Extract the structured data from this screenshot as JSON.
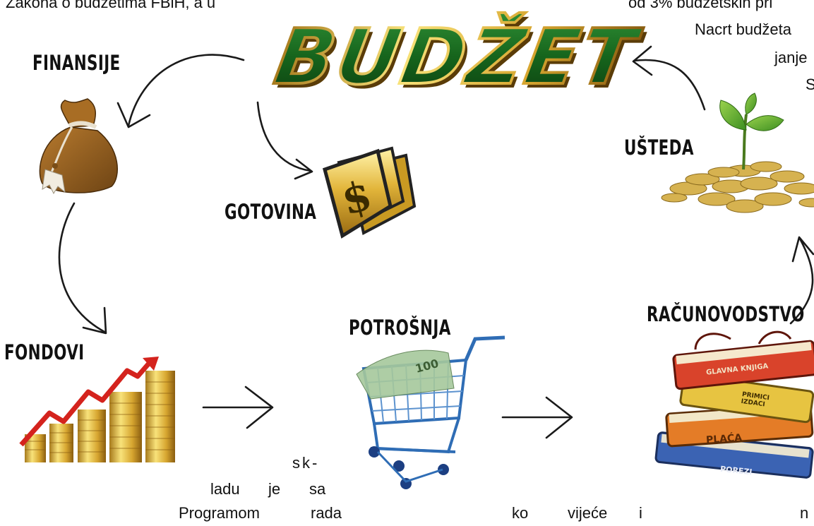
{
  "top_text": {
    "left": "Zakona o budžetima FBiH, a u",
    "right_1": "od 3% budžetskih pri",
    "right_2": "Nacrt budžeta",
    "right_3": "janje",
    "right_4": "S"
  },
  "logo": {
    "text": "BUDŽET",
    "color": "#1f6a23",
    "outline": "#c9a44a"
  },
  "labels": {
    "finansije": "FINANSIJE",
    "gotovina": "GOTOVINA",
    "usteda": "UŠTEDA",
    "fondovi": "FONDOVI",
    "potrosnja": "POTROŠNJA",
    "racunovodstvo": "RAČUNOVODSTVO"
  },
  "books": {
    "book1": "GLAVNA KNJIGA",
    "book2": "PRIMICI IZDACI",
    "book3": "PLAĆA",
    "book4": "POREZI"
  },
  "bottom_text": {
    "w_sk": "sk-",
    "w_ladu": "ladu",
    "w_je": "je",
    "w_sa": "sa",
    "w_programom": "Programom",
    "w_rada": "rada",
    "w_ko": "ko",
    "w_vijece": "vijeće",
    "w_i": "i",
    "w_n": "n"
  },
  "icons": [
    "money-bag-icon",
    "dollar-bills-icon",
    "plant-coins-icon",
    "coin-stacks-chart-icon",
    "shopping-cart-icon",
    "books-stack-icon"
  ]
}
